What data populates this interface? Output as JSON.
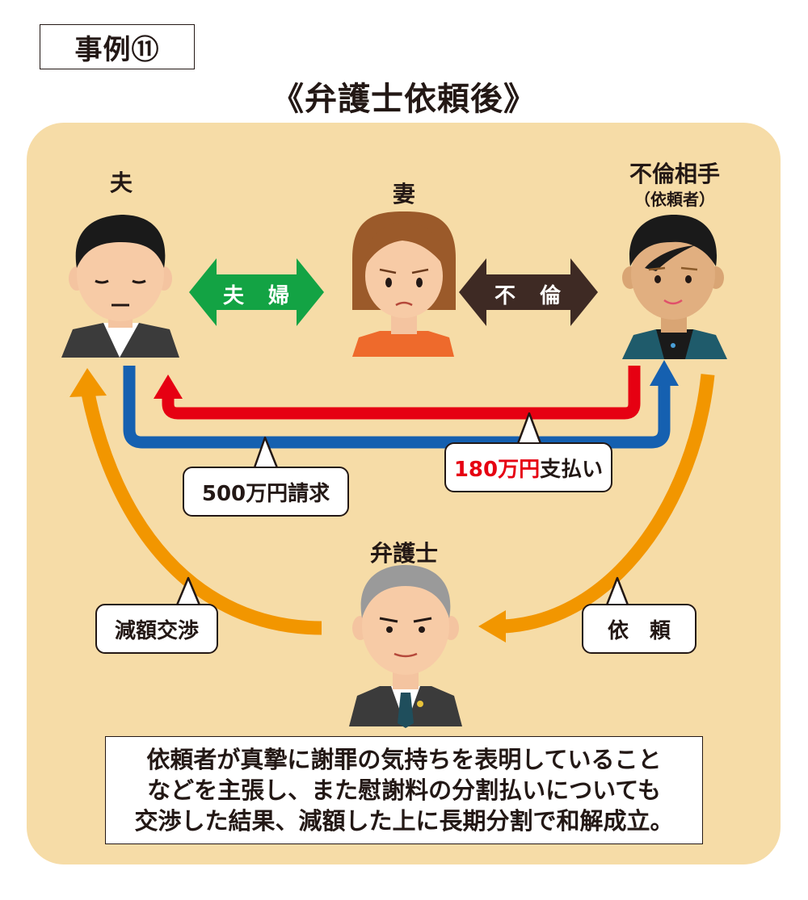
{
  "case_number": "事例⑪",
  "title": "《弁護士依頼後》",
  "people": {
    "husband": "夫",
    "wife": "妻",
    "affair_partner": "不倫相手",
    "affair_partner_note": "（依頼者）",
    "lawyer": "弁護士"
  },
  "arrows": {
    "couple": "夫　婦",
    "affair": "不　倫"
  },
  "bubbles": {
    "claim": "500万円請求",
    "payment_amount": "180万円",
    "payment_suffix": "支払い",
    "negotiation": "減額交渉",
    "request": "依　頼"
  },
  "result_lines": [
    "依頼者が真摯に謝罪の気持ちを表明していること",
    "などを主張し、また慰謝料の分割払いについても",
    "交渉した結果、減額した上に長期分割で和解成立。"
  ],
  "colors": {
    "panel": "#f6dca7",
    "couple_arrow": "#13a344",
    "affair_arrow": "#3e2a24",
    "payment_line": "#e60012",
    "claim_line": "#1560b0",
    "orange_line": "#f29600"
  }
}
